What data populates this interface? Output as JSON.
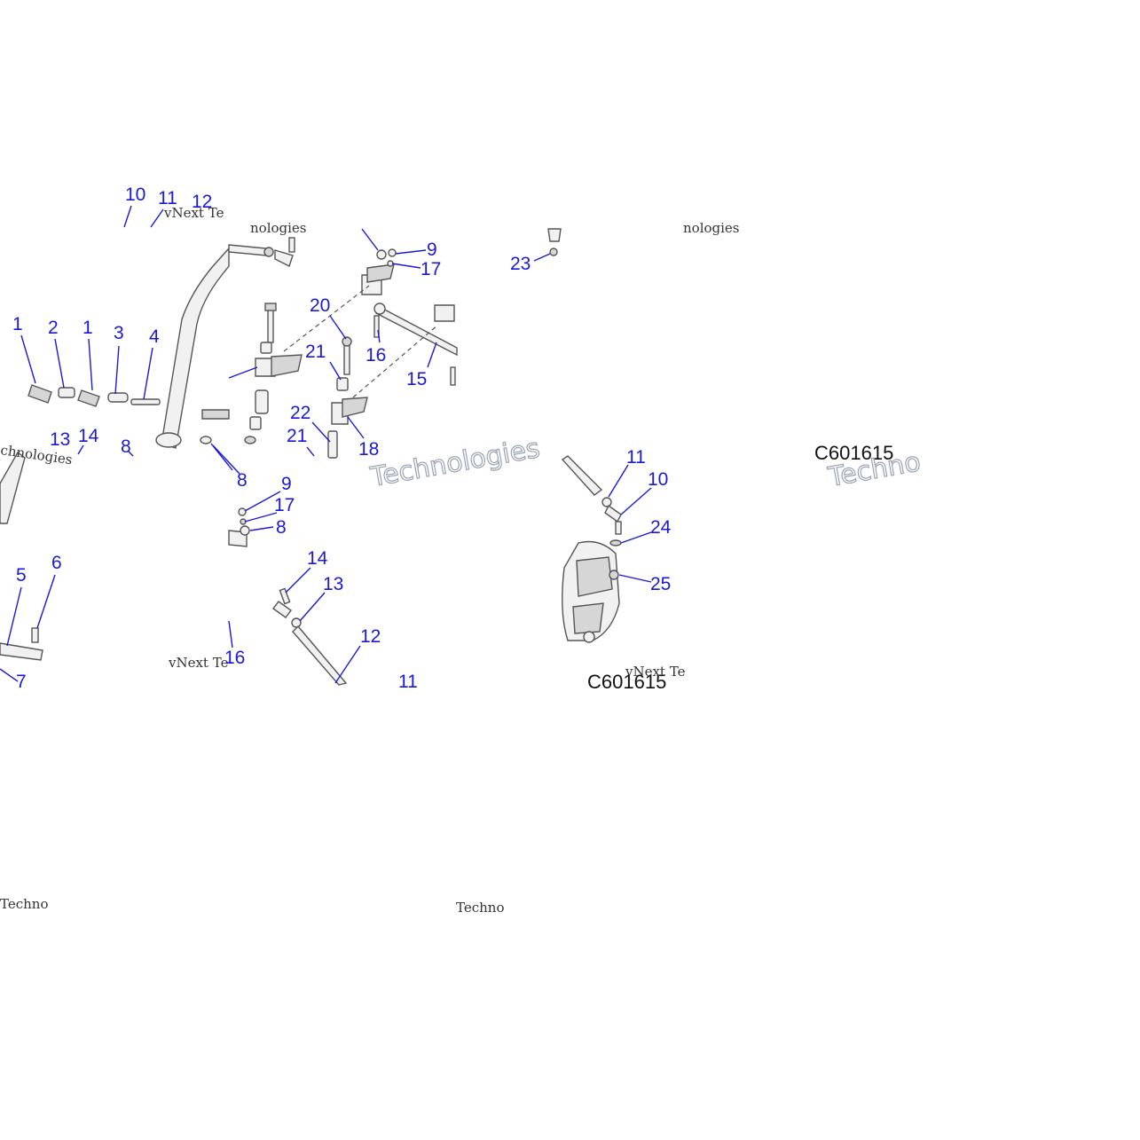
{
  "diagram": {
    "figure_code": "C601615",
    "watermark_lines": [
      "vNext Te",
      "chnologies",
      "Technologies",
      "nologies",
      "Techno"
    ],
    "callouts": [
      "10",
      "11",
      "12",
      "1",
      "2",
      "1",
      "3",
      "4",
      "13",
      "14",
      "8",
      "5",
      "6",
      "7",
      "16",
      "9",
      "17",
      "20",
      "16",
      "21",
      "15",
      "22",
      "21",
      "18",
      "8",
      "9",
      "17",
      "8",
      "14",
      "13",
      "12",
      "11",
      "23",
      "11",
      "10",
      "24",
      "25"
    ]
  }
}
